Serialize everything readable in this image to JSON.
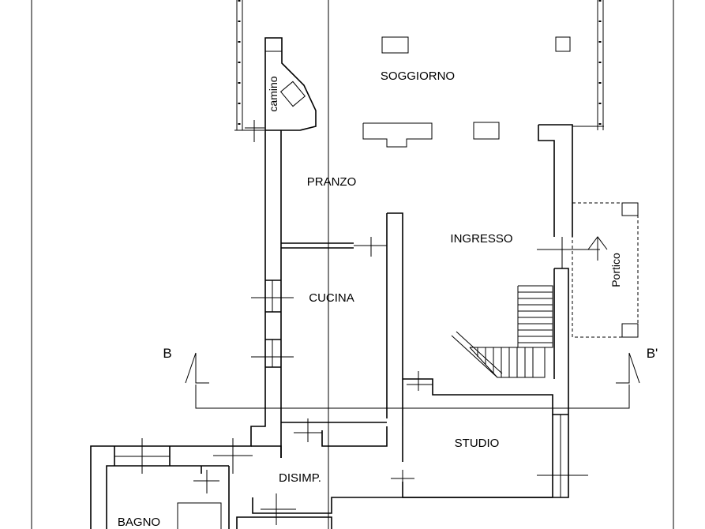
{
  "plan": {
    "rooms": {
      "soggiorno": "SOGGIORNO",
      "pranzo": "PRANZO",
      "ingresso": "INGRESSO",
      "cucina": "CUCINA",
      "studio": "STUDIO",
      "disimpegno": "DISIMP.",
      "bagno": "BAGNO",
      "portico": "Portico",
      "camino": "camino"
    },
    "section_markers": {
      "left": "B",
      "right": "B'"
    }
  }
}
